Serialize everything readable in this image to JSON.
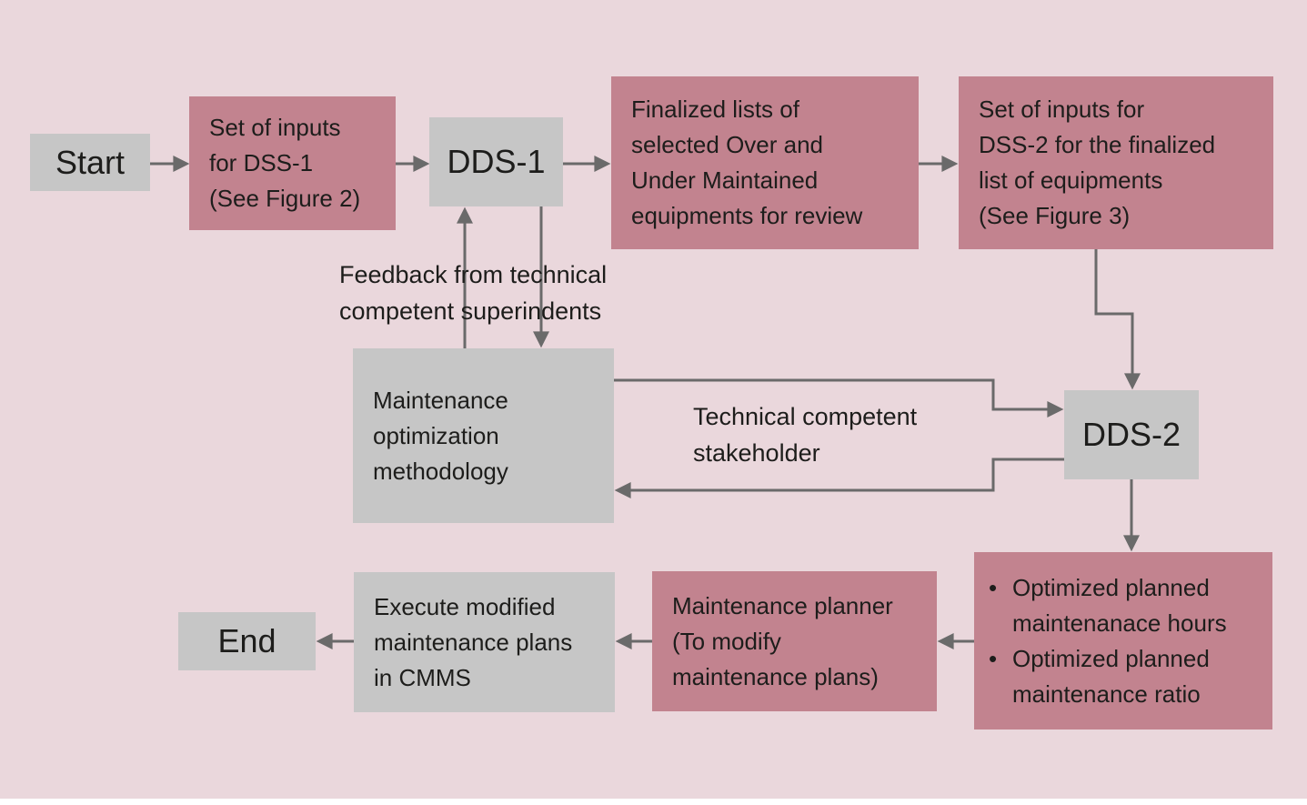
{
  "colors": {
    "background": "#ead7dc",
    "pink_box": "#c2838f",
    "gray_box": "#c6c6c6",
    "connector": "#6a6a6a",
    "text": "#1d1d1b"
  },
  "nodes": {
    "start": {
      "label": "Start"
    },
    "inputs_dss1": {
      "label": "Set of inputs\nfor DSS-1\n(See Figure 2)"
    },
    "dds1": {
      "label": "DDS-1"
    },
    "finalized_lists": {
      "label": "Finalized lists of\nselected Over and\nUnder Maintained\nequipments for review"
    },
    "inputs_dss2": {
      "label": "Set of inputs for\nDSS-2 for the finalized\nlist of equipments\n(See Figure 3)"
    },
    "maintenance_methodology": {
      "label": "Maintenance\noptimization\nmethodology"
    },
    "dds2": {
      "label": "DDS-2"
    },
    "optimized_outputs": {
      "bullet_char": "•",
      "items": [
        "Optimized planned\nmaintenanace hours",
        "Optimized planned\nmaintenance ratio"
      ]
    },
    "maintenance_planner": {
      "label": "Maintenance planner\n(To modify\nmaintenance plans)"
    },
    "execute_cmms": {
      "label": "Execute modified\nmaintenance plans\nin CMMS"
    },
    "end": {
      "label": "End"
    }
  },
  "annotations": {
    "feedback": "Feedback from technical\ncompetent superindents",
    "stakeholder": "Technical competent\nstakeholder"
  }
}
